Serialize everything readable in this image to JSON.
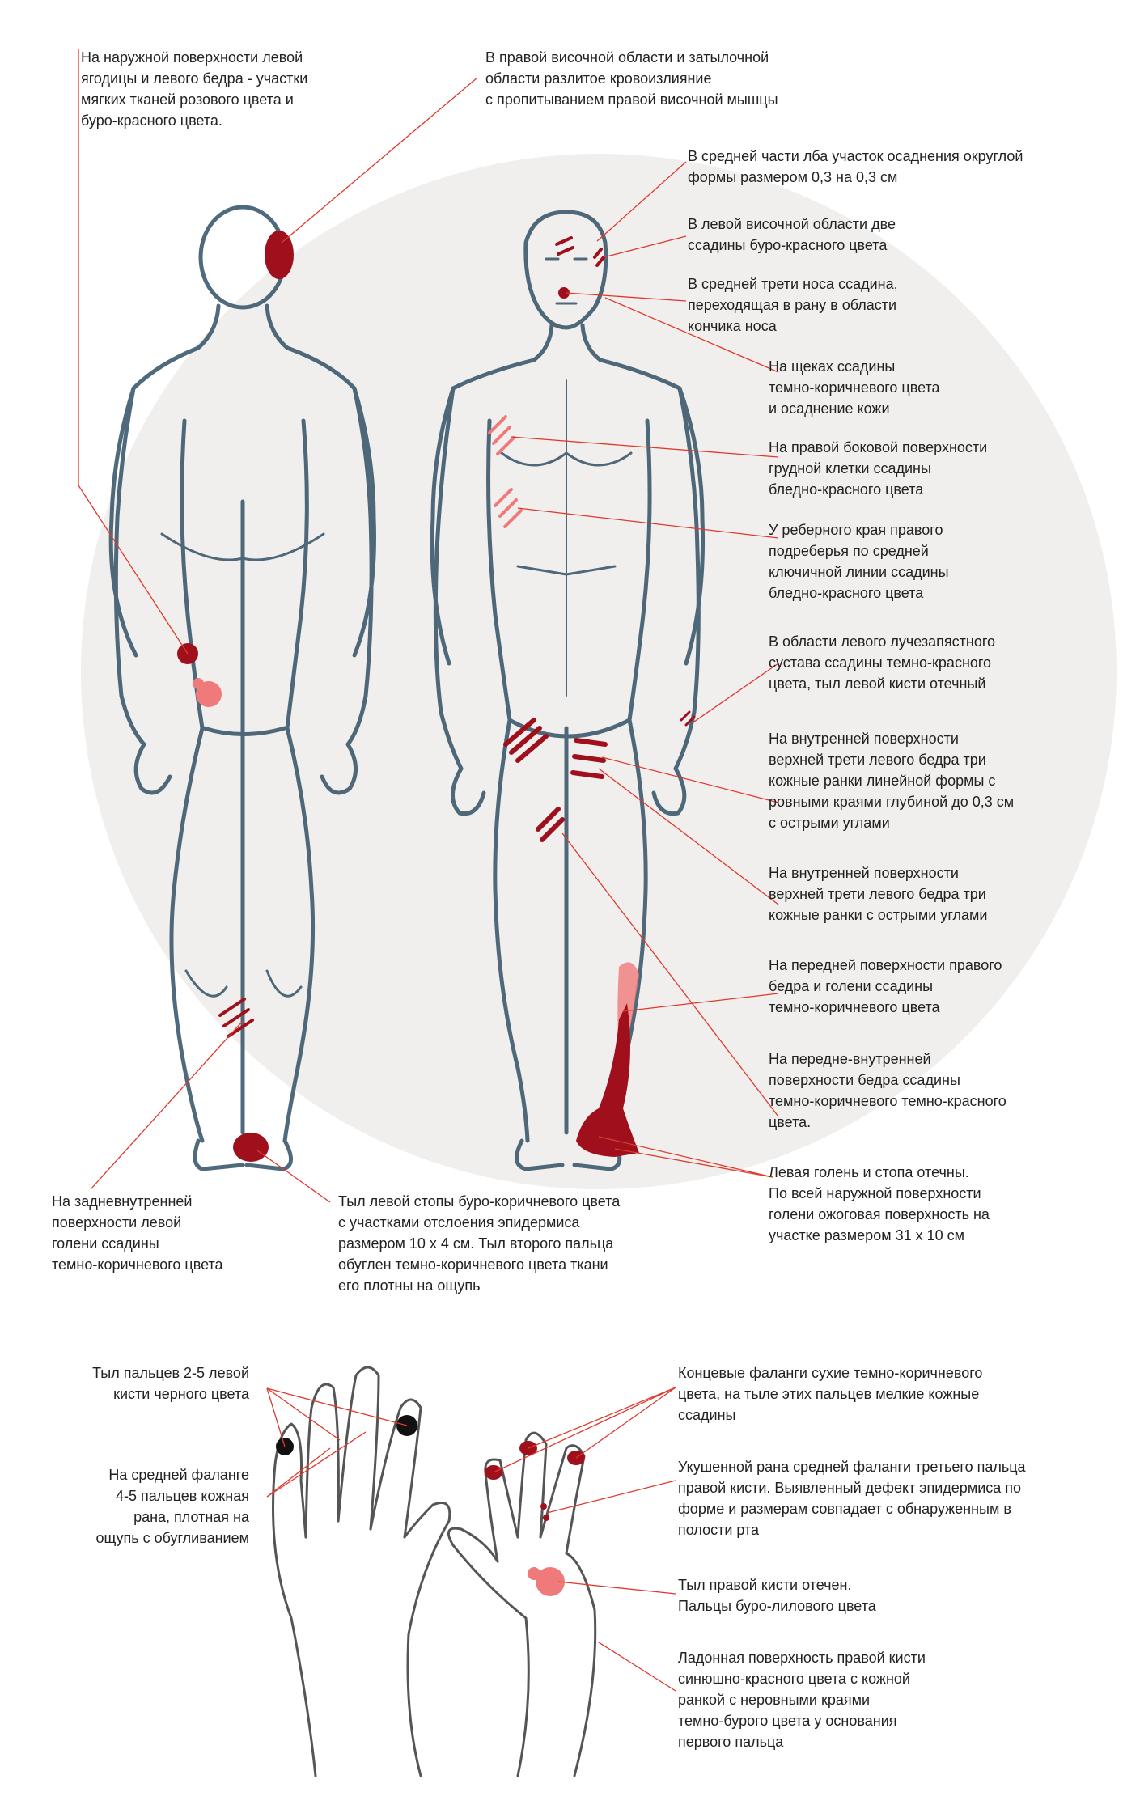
{
  "notes": {
    "buttock_thigh": "На наружной поверхности левой\nягодицы и левого бедра - участки\nмягких тканей розового цвета и\nбуро-красного цвета.",
    "temporal_hemorrhage": "В правой височной области и затылочной\nобласти разлитое кровоизлияние\nс пропитыванием правой височной мышцы",
    "forehead": "В средней части лба участок осаднения округлой\nформы размером 0,3 на 0,3 см",
    "left_temporal": "В левой височной области две\nссадины буро-красного цвета",
    "nose": "В средней трети носа ссадина,\nпереходящая в рану в области\nкончика носа",
    "cheeks": "На щеках ссадины\nтемно-коричневого цвета\nи осаднение кожи",
    "right_chest": "На правой боковой поверхности\nгрудной клетки ссадины\nбледно-красного цвета",
    "rib_margin": "У реберного края правого\nподреберья по средней\nключичной линии ссадины\nбледно-красного цвета",
    "wrist": "В области левого лучезапястного\nсустава ссадины темно-красного\nцвета, тыл левой кисти отечный",
    "inner_thigh_linear": "На внутренней поверхности\nверхней трети левого бедра три\nкожные ранки линейной формы с\nровными краями глубиной до 0,3 см\nс острыми углами",
    "inner_thigh_sharp": "На внутренней поверхности\nверхней трети левого бедра три\nкожные ранки с острыми углами",
    "front_thigh_shin": "На передней поверхности правого\nбедра и голени ссадины\nтемно-коричневого цвета",
    "anteromedial_thigh": "На передне-внутренней\nповерхности бедра ссадины\nтемно-коричневого темно-красного\nцвета.",
    "left_shin_foot": "Левая голень и стопа отечны.\nПо всей наружной поверхности\nголени ожоговая поверхность на\nучастке размером 31 x 10 см",
    "posterior_shin": "На задневнутренней\nповерхности левой\nголени ссадины\nтемно-коричневого цвета",
    "foot_dorsum": "Тыл левой стопы буро-коричневого цвета\nс участками отслоения эпидермиса\nразмером 10 x 4 см. Тыл второго пальца\nобуглен темно-коричневого цвета ткани\nего плотны на ощупь",
    "fingers_black": "Тыл пальцев 2-5 левой\nкисти черного цвета",
    "middle_phalanx": "На средней фаланге\n4-5 пальцев кожная\nрана, плотная на\nощупь с обугливанием",
    "end_phalanges": "Концевые фаланги сухие темно-коричневого\nцвета, на тыле этих пальцев мелкие кожные\nссадины",
    "bite_wound": "Укушенной рана средней фаланги третьего пальца\nправой кисти. Выявленный дефект эпидермиса по\nформе и размерам совпадает с обнаруженным в\nполости рта",
    "right_hand_swelling": "Тыл правой кисти отечен.\nПальцы буро-лилового цвета",
    "palm": "Ладонная поверхность правой кисти\nсинюшно-красного цвета с кожной\nранкой с неровными краями\nтемно-бурого цвета у основания\nпервого пальца"
  },
  "colors": {
    "leader_line": "#e0392b",
    "dark_red": "#a0101c",
    "pink": "#f07a7a",
    "sketch": "#3d5a6e",
    "background_circle": "#f1efee",
    "black_mark": "#111111"
  }
}
